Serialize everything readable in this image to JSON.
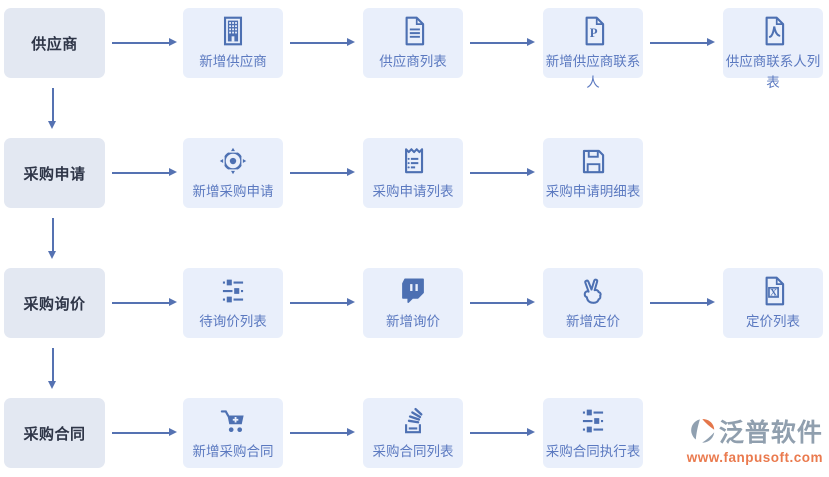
{
  "flow": {
    "rows": [
      {
        "stage": "供应商",
        "nodes": [
          {
            "label": "新增供应商",
            "icon": "building-icon"
          },
          {
            "label": "供应商列表",
            "icon": "document-list-icon"
          },
          {
            "label": "新增供应商联系人",
            "icon": "file-p-icon"
          },
          {
            "label": "供应商联系人列表",
            "icon": "file-pdf-icon"
          }
        ]
      },
      {
        "stage": "采购申请",
        "nodes": [
          {
            "label": "新增采购申请",
            "icon": "aim-target-icon"
          },
          {
            "label": "采购申请列表",
            "icon": "receipt-list-icon"
          },
          {
            "label": "采购申请明细表",
            "icon": "floppy-save-icon"
          }
        ]
      },
      {
        "stage": "采购询价",
        "nodes": [
          {
            "label": "待询价列表",
            "icon": "sliders-icon"
          },
          {
            "label": "新增询价",
            "icon": "chat-bubble-icon"
          },
          {
            "label": "新增定价",
            "icon": "victory-hand-icon"
          },
          {
            "label": "定价列表",
            "icon": "file-excel-icon"
          }
        ]
      },
      {
        "stage": "采购合同",
        "nodes": [
          {
            "label": "新增采购合同",
            "icon": "cart-plus-icon"
          },
          {
            "label": "采购合同列表",
            "icon": "stack-lines-icon"
          },
          {
            "label": "采购合同执行表",
            "icon": "sliders-icon"
          }
        ]
      }
    ]
  },
  "branding": {
    "logo_text": "泛普软件",
    "website": "www.fanpusoft.com"
  },
  "colors": {
    "accent_blue": "#4d70b2",
    "node_bg": "#e9effb",
    "stage_bg": "#e3e8f2",
    "node_text": "#5b79c0",
    "stage_text": "#2e3547",
    "arrow": "#5572b2",
    "logo_gray": "#909fae",
    "logo_orange": "#ea7a4e"
  }
}
